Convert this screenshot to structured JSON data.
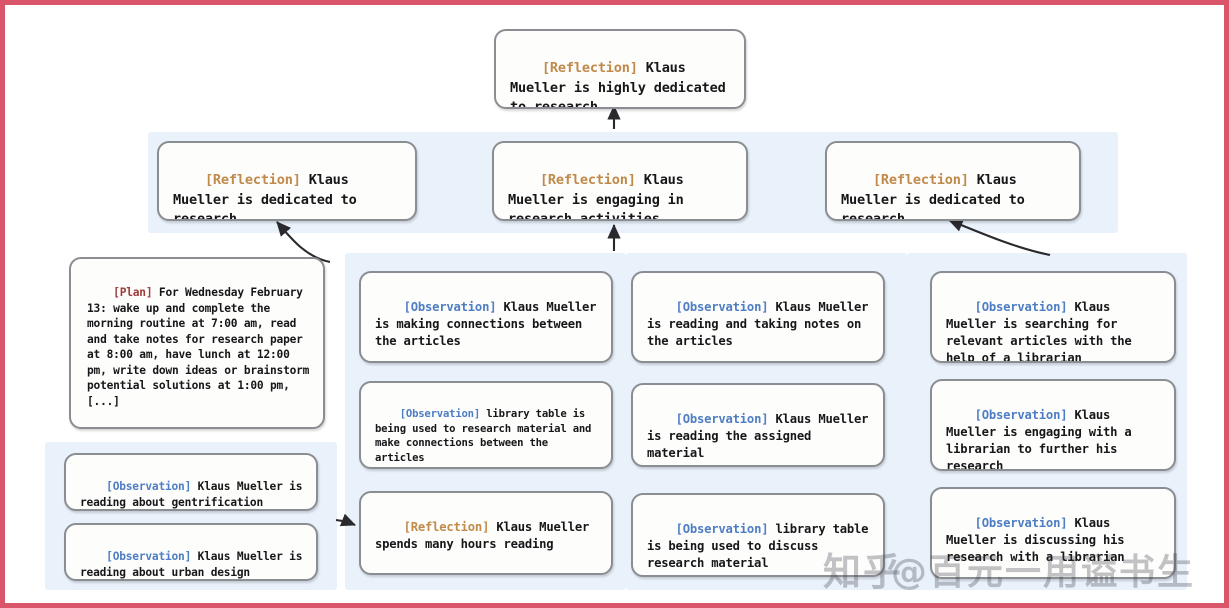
{
  "figure": {
    "border_color": "#d9566a",
    "panel_color": "#e9f1fb",
    "node_border_color": "#8a8d92",
    "node_fill_color": "#fdfdfb"
  },
  "tags": {
    "reflection": "[Reflection]",
    "observation": "[Observation]",
    "plan": "[Plan]",
    "reflection_color": "#c08a4b",
    "observation_color": "#4d7dc4",
    "plan_color": "#9e3b3b"
  },
  "nodes": {
    "root_reflection": {
      "tag": "[Reflection]",
      "text": " Klaus Mueller is highly dedicated to research"
    },
    "mid_reflection_left": {
      "tag": "[Reflection]",
      "text": " Klaus Mueller is dedicated to research"
    },
    "mid_reflection_center": {
      "tag": "[Reflection]",
      "text": " Klaus Mueller is engaging in research activities"
    },
    "mid_reflection_right": {
      "tag": "[Reflection]",
      "text": " Klaus Mueller is dedicated to research"
    },
    "plan_box": {
      "tag": "[Plan]",
      "text": " For Wednesday February 13: wake up and complete the morning routine at 7:00 am, read and take notes for research paper at 8:00 am, have lunch at 12:00 pm, write down ideas or brainstorm potential solutions at 1:00 pm, [...]"
    },
    "obs_left_1": {
      "tag": "[Observation]",
      "text": " Klaus Mueller is reading about gentrification"
    },
    "obs_left_2": {
      "tag": "[Observation]",
      "text": " Klaus Mueller is reading about urban design"
    },
    "obs_col2_1": {
      "tag": "[Observation]",
      "text": " Klaus Mueller is making connections between the articles"
    },
    "obs_col2_2": {
      "tag": "[Observation]",
      "text": " library table is being used to research material and make connections between the articles"
    },
    "obs_col2_3": {
      "tag": "[Reflection]",
      "text": " Klaus Mueller spends many hours reading"
    },
    "obs_col3_1": {
      "tag": "[Observation]",
      "text": " Klaus Mueller is reading and taking notes on the articles"
    },
    "obs_col3_2": {
      "tag": "[Observation]",
      "text": " Klaus Mueller is reading the assigned material"
    },
    "obs_col3_3": {
      "tag": "[Observation]",
      "text": " library table is being used to discuss research material"
    },
    "obs_col4_1": {
      "tag": "[Observation]",
      "text": " Klaus Mueller is searching for relevant articles with the help of a librarian"
    },
    "obs_col4_2": {
      "tag": "[Observation]",
      "text": " Klaus Mueller is engaging with a librarian to further his research"
    },
    "obs_col4_3": {
      "tag": "[Observation]",
      "text": " Klaus Mueller is discussing his research with a librarian"
    }
  },
  "watermark": {
    "logo": "知乎",
    "handle": "@百元一用谥书生"
  }
}
